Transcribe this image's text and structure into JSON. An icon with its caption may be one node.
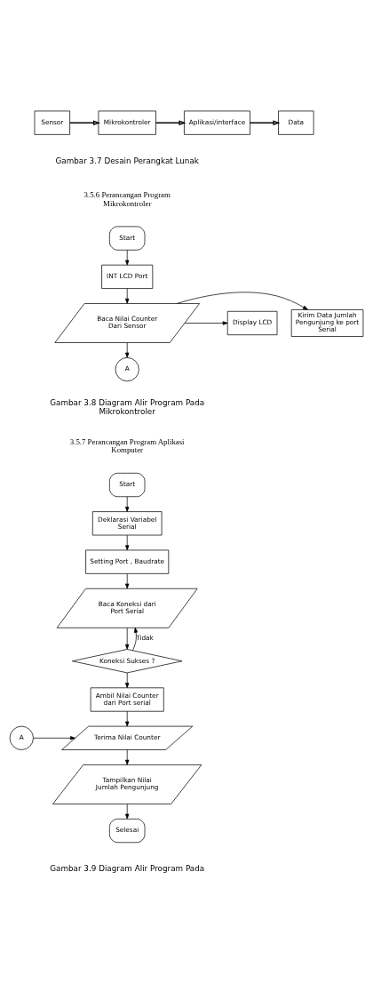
{
  "diagram": {
    "nodes": [
      {
        "text": [
          "Sensor"
        ]
      },
      {
        "text": [
          "Mikrokontroler"
        ]
      },
      {
        "text": [
          "Aplikasi/interface"
        ]
      },
      {
        "text": [
          "Data"
        ]
      },
      {
        "text": [
          "Start"
        ]
      },
      {
        "text": [
          "INT LCD Port"
        ]
      },
      {
        "text": [
          "Baca Nilai Counter Dari Sensor"
        ]
      },
      {
        "text": [
          "Kirim Data Jumlah Pengunjung ke port Serial"
        ]
      },
      {
        "text": [
          "Display LCD"
        ]
      },
      {
        "text": [
          "A"
        ]
      },
      {
        "text": [
          "Start"
        ]
      },
      {
        "text": [
          "Deklarasi Variabel Serial"
        ]
      },
      {
        "text": [
          "Setting Port , Baudrate"
        ]
      },
      {
        "text": [
          "Baca Koneksi dari Port Serial"
        ]
      },
      {
        "text": [
          "Koneksi Sukses ?"
        ]
      },
      {
        "text": [
          "Ambil Nilai Counter dari Port serial"
        ]
      },
      {
        "text": [
          "Terima Nilai Counter"
        ]
      },
      {
        "text": [
          "A"
        ]
      },
      {
        "text": [
          "Tampilkan Nilai Jumlah Pengunjung"
        ]
      },
      {
        "text": [
          "Selesai"
        ]
      }
    ],
    "edges": [
      {
        "from": 0,
        "to": 1,
        "arrow": "to"
      },
      {
        "from": 1,
        "to": 2,
        "arrow": "to"
      },
      {
        "from": 2,
        "to": 3,
        "arrow": "to"
      },
      {
        "from": 4,
        "to": 5,
        "arrow": "to"
      },
      {
        "from": 5,
        "to": 6,
        "arrow": "to"
      },
      {
        "from": 6,
        "to": 7,
        "arrow": "to"
      },
      {
        "from": 6,
        "to": 8,
        "arrow": "to"
      },
      {
        "from": 6,
        "to": 9,
        "arrow": "to"
      },
      {
        "from": 10,
        "to": 11,
        "arrow": "to"
      },
      {
        "from": 11,
        "to": 12,
        "arrow": "to"
      },
      {
        "from": 12,
        "to": 13,
        "arrow": "to"
      },
      {
        "from": 13,
        "to": 14,
        "arrow": "to"
      },
      {
        "from": 14,
        "to": 13,
        "arrow": "to",
        "label": "Tidak"
      },
      {
        "from": 14,
        "to": 15,
        "arrow": "to"
      },
      {
        "from": 15,
        "to": 16,
        "arrow": "to"
      },
      {
        "from": 17,
        "to": 16,
        "arrow": "to"
      },
      {
        "from": 16,
        "to": 18,
        "arrow": "to"
      },
      {
        "from": 18,
        "to": 19,
        "arrow": "to"
      }
    ],
    "labels": [
      "Gambar 3.7 Desain Perangkat Lunak",
      "3.5.6 Perancangan Program Mikrokontroler",
      "Gambar 3.8 Diagram Alir Program Pada Mikrokontroler",
      "3.5.7 Perancangan Program Aplikasi Komputer",
      "Gambar 3.9 Diagram Alir Program Pada"
    ]
  }
}
